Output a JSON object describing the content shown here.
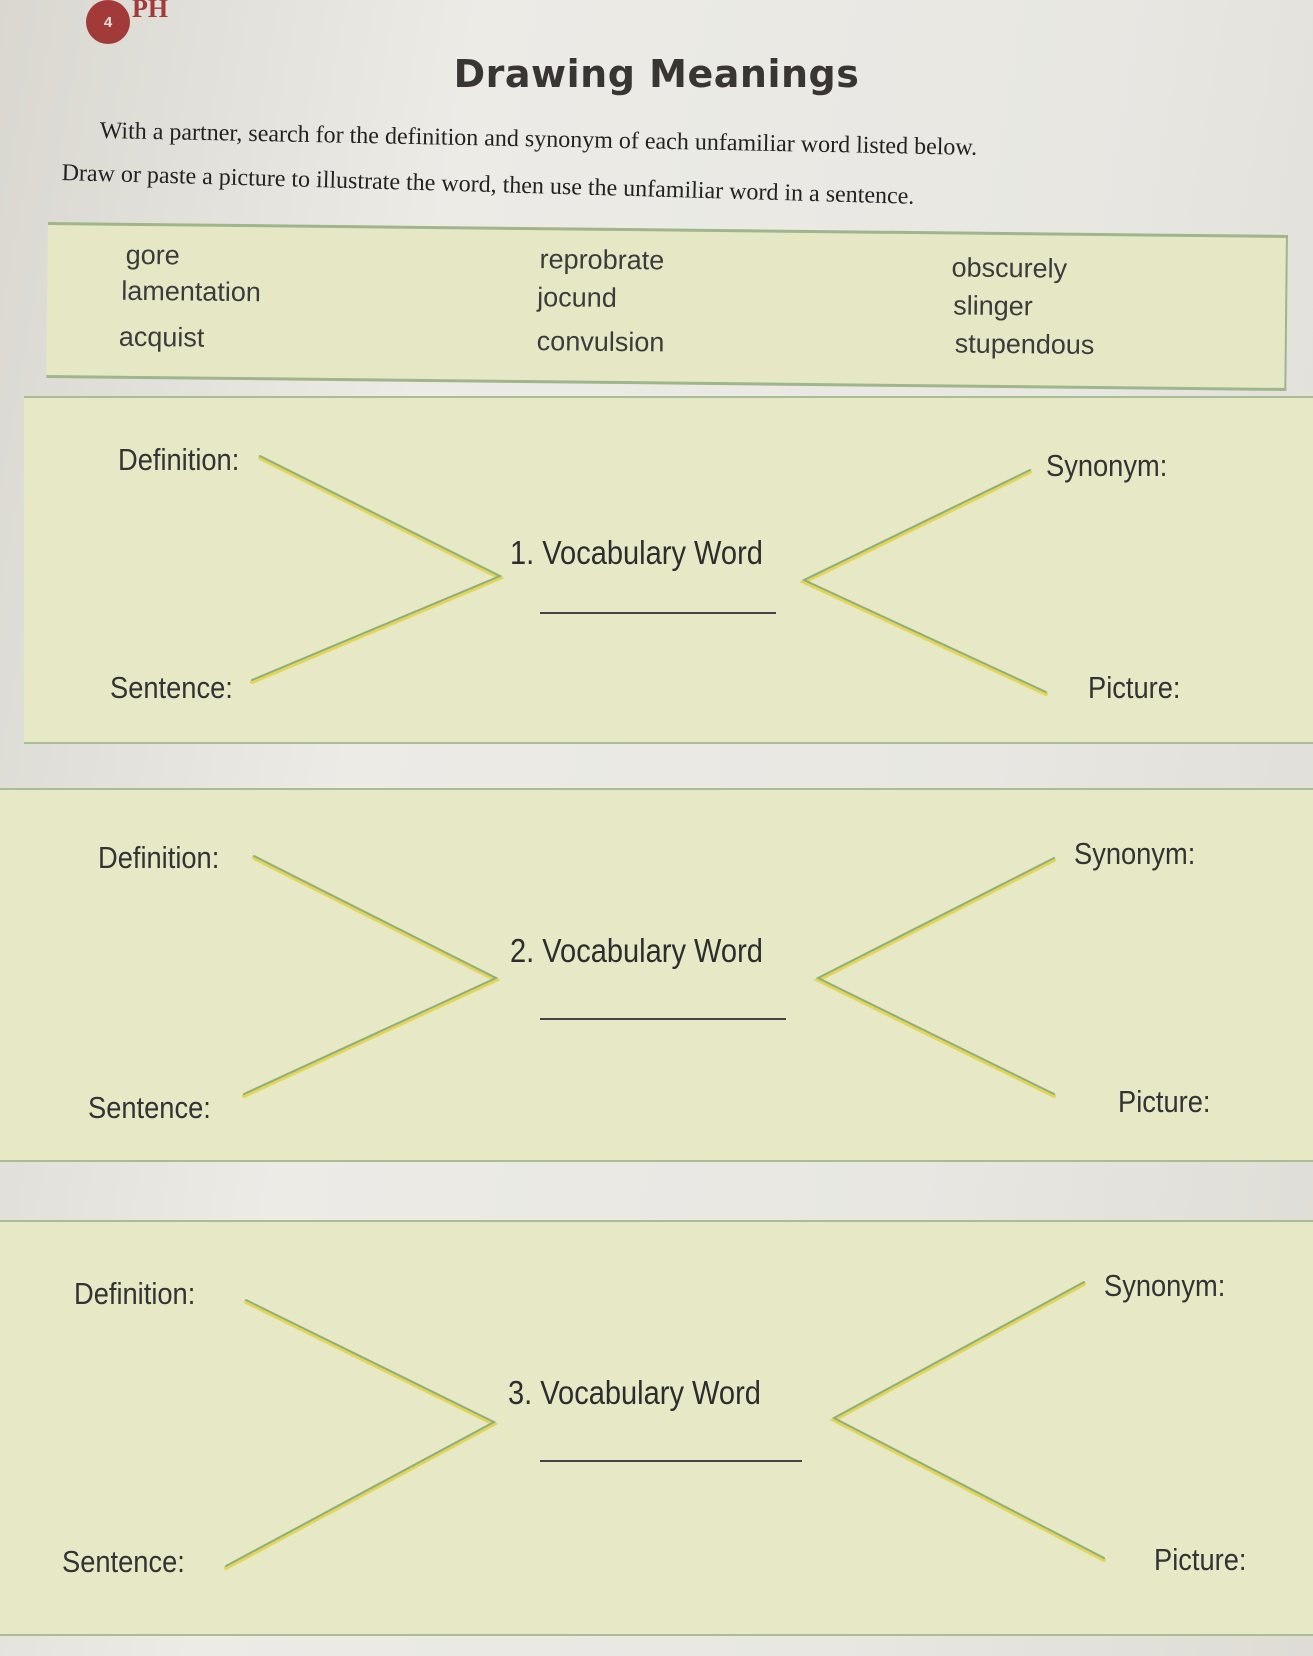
{
  "header": {
    "badge": "4",
    "corner_text": "PH",
    "title": "Drawing Meanings",
    "intro_line1": "With a partner, search for the definition and synonym of each unfamiliar word listed below.",
    "intro_line2": "Draw or paste a picture to illustrate the word, then use the unfamiliar word in a sentence."
  },
  "word_bank": {
    "column1": [
      "gore",
      "lamentation",
      "acquist"
    ],
    "column2": [
      "reprobrate",
      "jocund",
      "convulsion"
    ],
    "column3": [
      "obscurely",
      "slinger",
      "stupendous"
    ]
  },
  "organizers": [
    {
      "definition_label": "Definition:",
      "synonym_label": "Synonym:",
      "vocab_label": "1. Vocabulary Word",
      "sentence_label": "Sentence:",
      "picture_label": "Picture:"
    },
    {
      "definition_label": "Definition:",
      "synonym_label": "Synonym:",
      "vocab_label": "2. Vocabulary Word",
      "sentence_label": "Sentence:",
      "picture_label": "Picture:"
    },
    {
      "definition_label": "Definition:",
      "synonym_label": "Synonym:",
      "vocab_label": "3. Vocabulary Word",
      "sentence_label": "Sentence:",
      "picture_label": "Picture:"
    }
  ],
  "colors": {
    "panel_bg": "#e7e9c6",
    "line_green": "#8fae7a",
    "line_yellow": "#e2d55a",
    "title_color": "#3a3535"
  }
}
